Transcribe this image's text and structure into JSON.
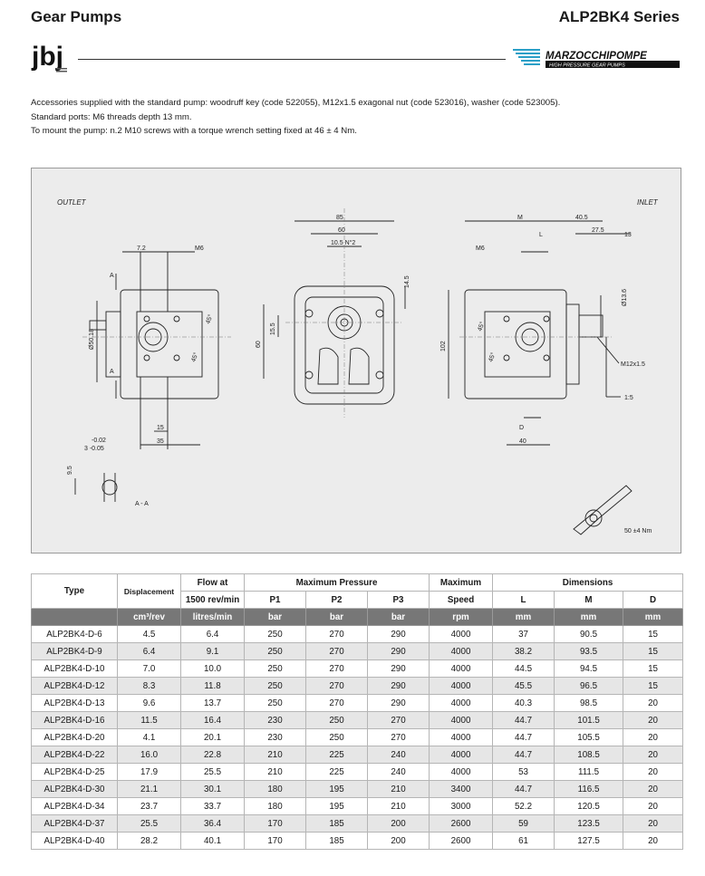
{
  "header": {
    "left_title": "Gear Pumps",
    "right_title": "ALP2BK4 Series",
    "left_logo_text": "jbj",
    "right_logo_text": "MARZOCCHIPOMPE",
    "right_logo_subtext": "HIGH PRESSURE GEAR PUMPS"
  },
  "notes": [
    "Accessories supplied with the standard pump: woodruff key (code 522055), M12x1.5 exagonal nut (code 523016), washer (code 523005).",
    "Standard ports: M6 threads depth 13 mm.",
    "To mount the pump: n.2 M10 screws with a torque wrench setting fixed at 46 ± 4 Nm."
  ],
  "drawing": {
    "outlet_label": "OUTLET",
    "inlet_label": "INLET",
    "section_label": "A - A",
    "dims": {
      "d85": "85",
      "d60": "60",
      "d105": "10.5 N°2",
      "d145": "14.5",
      "d72": "7.2",
      "m6a": "M6",
      "m6b": "M6",
      "a1": "A",
      "a2": "A",
      "d5018": "Ø50.18",
      "d60v": "60",
      "d155": "15.5",
      "d102": "102",
      "d15": "15",
      "d35": "35",
      "ang45a": "45°",
      "ang45b": "45°",
      "ang45c": "45°",
      "ang45d": "45°",
      "tol_up": "-0.02",
      "tol_dn": "3 -0.05",
      "d95": "9.5",
      "dM": "M",
      "dL": "L",
      "d405": "40.5",
      "d275": "27.5",
      "d13": "13",
      "d136": "Ø13.6",
      "m12": "M12x1.5",
      "taper": "1:5",
      "dD": "D",
      "d40": "40",
      "torque": "50 ±4 Nm"
    }
  },
  "table": {
    "head1": {
      "type": "Type",
      "disp": "Displacement",
      "flow": "Flow at",
      "pressure": "Maximum Pressure",
      "speed": "Maximum",
      "dimensions": "Dimensions"
    },
    "head2": {
      "flow": "1500 rev/min",
      "p1": "P1",
      "p2": "P2",
      "p3": "P3",
      "speed": "Speed",
      "L": "L",
      "M": "M",
      "D": "D"
    },
    "units": {
      "disp": "cm³/rev",
      "flow": "litres/min",
      "p1": "bar",
      "p2": "bar",
      "p3": "bar",
      "speed": "rpm",
      "L": "mm",
      "M": "mm",
      "D": "mm"
    },
    "rows": [
      [
        "ALP2BK4-D-6",
        "4.5",
        "6.4",
        "250",
        "270",
        "290",
        "4000",
        "37",
        "90.5",
        "15"
      ],
      [
        "ALP2BK4-D-9",
        "6.4",
        "9.1",
        "250",
        "270",
        "290",
        "4000",
        "38.2",
        "93.5",
        "15"
      ],
      [
        "ALP2BK4-D-10",
        "7.0",
        "10.0",
        "250",
        "270",
        "290",
        "4000",
        "44.5",
        "94.5",
        "15"
      ],
      [
        "ALP2BK4-D-12",
        "8.3",
        "11.8",
        "250",
        "270",
        "290",
        "4000",
        "45.5",
        "96.5",
        "15"
      ],
      [
        "ALP2BK4-D-13",
        "9.6",
        "13.7",
        "250",
        "270",
        "290",
        "4000",
        "40.3",
        "98.5",
        "20"
      ],
      [
        "ALP2BK4-D-16",
        "11.5",
        "16.4",
        "230",
        "250",
        "270",
        "4000",
        "44.7",
        "101.5",
        "20"
      ],
      [
        "ALP2BK4-D-20",
        "4.1",
        "20.1",
        "230",
        "250",
        "270",
        "4000",
        "44.7",
        "105.5",
        "20"
      ],
      [
        "ALP2BK4-D-22",
        "16.0",
        "22.8",
        "210",
        "225",
        "240",
        "4000",
        "44.7",
        "108.5",
        "20"
      ],
      [
        "ALP2BK4-D-25",
        "17.9",
        "25.5",
        "210",
        "225",
        "240",
        "4000",
        "53",
        "111.5",
        "20"
      ],
      [
        "ALP2BK4-D-30",
        "21.1",
        "30.1",
        "180",
        "195",
        "210",
        "3400",
        "44.7",
        "116.5",
        "20"
      ],
      [
        "ALP2BK4-D-34",
        "23.7",
        "33.7",
        "180",
        "195",
        "210",
        "3000",
        "52.2",
        "120.5",
        "20"
      ],
      [
        "ALP2BK4-D-37",
        "25.5",
        "36.4",
        "170",
        "185",
        "200",
        "2600",
        "59",
        "123.5",
        "20"
      ],
      [
        "ALP2BK4-D-40",
        "28.2",
        "40.1",
        "170",
        "185",
        "200",
        "2600",
        "61",
        "127.5",
        "20"
      ]
    ]
  }
}
